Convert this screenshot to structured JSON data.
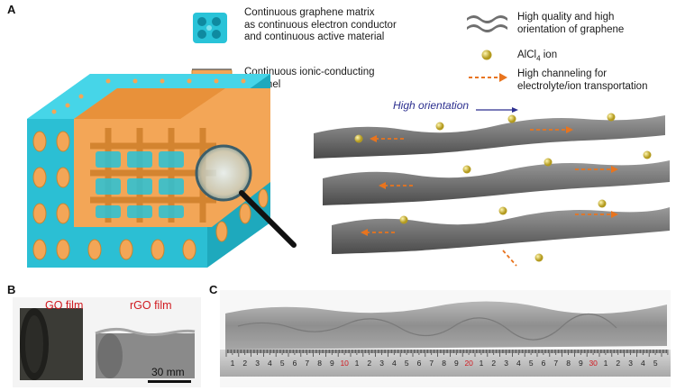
{
  "panels": {
    "a": {
      "label": "A",
      "legend_left": [
        {
          "icon": "graphene-matrix-icon",
          "lines": [
            "Continuous graphene matrix",
            "as continuous electron conductor",
            "and continuous active material"
          ]
        },
        {
          "icon": "ionic-channel-icon",
          "lines": [
            "Continuous ionic-conducting",
            "channel"
          ]
        }
      ],
      "legend_right": [
        {
          "icon": "graphene-sheet-icon",
          "lines": [
            "High quality and high",
            "orientation of graphene"
          ]
        },
        {
          "icon": "ion-icon",
          "lines": [
            "AlCl",
            "ion"
          ],
          "subscript": "4"
        },
        {
          "icon": "dashed-arrow-icon",
          "lines": [
            "High channeling for",
            "electrolyte/ion transportation"
          ]
        }
      ],
      "orientation_label": "High orientation"
    },
    "b": {
      "label": "B",
      "go_film": "GO film",
      "rgo_film": "rGO film",
      "scale_bar": "30 mm"
    },
    "c": {
      "label": "C",
      "ruler_numbers": [
        "1",
        "2",
        "3",
        "4",
        "5",
        "6",
        "7",
        "8",
        "9",
        "10",
        "1",
        "2",
        "3",
        "4",
        "5",
        "6",
        "7",
        "8",
        "9",
        "20",
        "1",
        "2",
        "3",
        "4",
        "5",
        "6",
        "7",
        "8",
        "9",
        "30",
        "1",
        "2",
        "3",
        "4",
        "5"
      ]
    }
  },
  "colors": {
    "matrix": "#29c3d8",
    "channel": "#f3a657",
    "graphene": "#6f6f6f",
    "arrow": "#e8741e",
    "ion": "#d6c24a",
    "label_red": "#d0191f",
    "orientation_blue": "#2c2f8f"
  }
}
